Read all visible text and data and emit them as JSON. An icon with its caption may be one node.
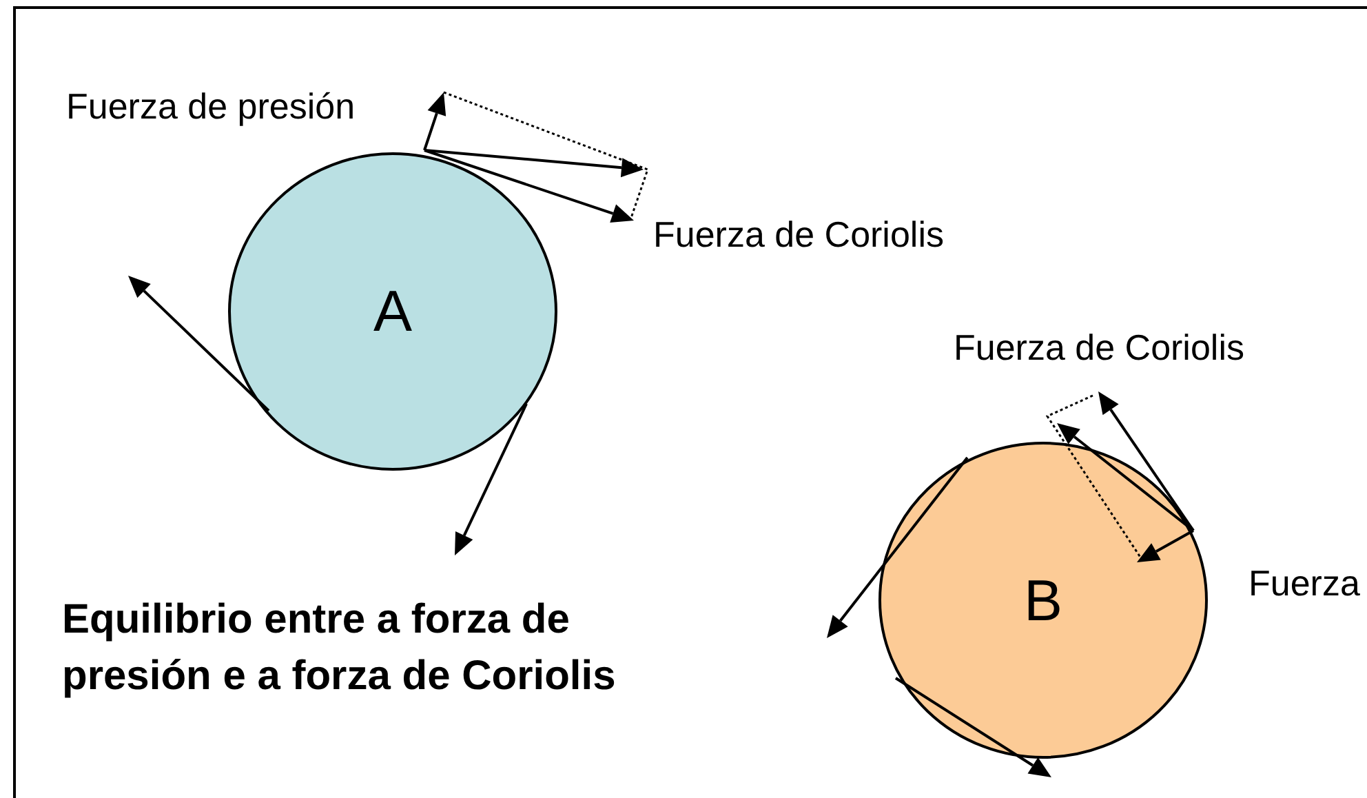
{
  "diagram": {
    "nodes": [
      {
        "text": [
          "A"
        ]
      },
      {
        "text": [
          "B"
        ]
      }
    ],
    "labels": [
      "Fuerza de presión",
      "Fuerza de Coriolis",
      "Fuerza de Coriolis",
      "Fuerza",
      "Equilibrio entre a forza de presión e a forza de Coriolis"
    ]
  }
}
